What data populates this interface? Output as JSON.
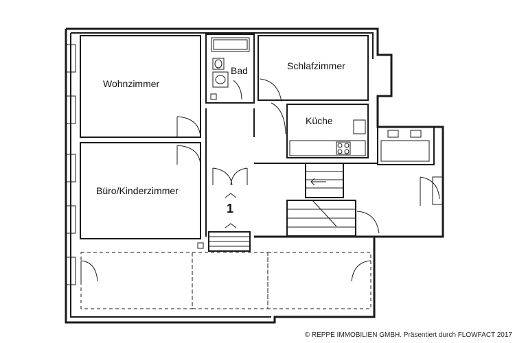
{
  "rooms": {
    "wohnzimmer": "Wohnzimmer",
    "bad": "Bad",
    "schlafzimmer": "Schlafzimmer",
    "kueche": "Küche",
    "buero": "Büro/Kinderzimmer"
  },
  "stair_number": "1",
  "copyright": "© REPPE IMMOBILIEN GMBH. Präsentiert durch FLOWFACT 2017"
}
